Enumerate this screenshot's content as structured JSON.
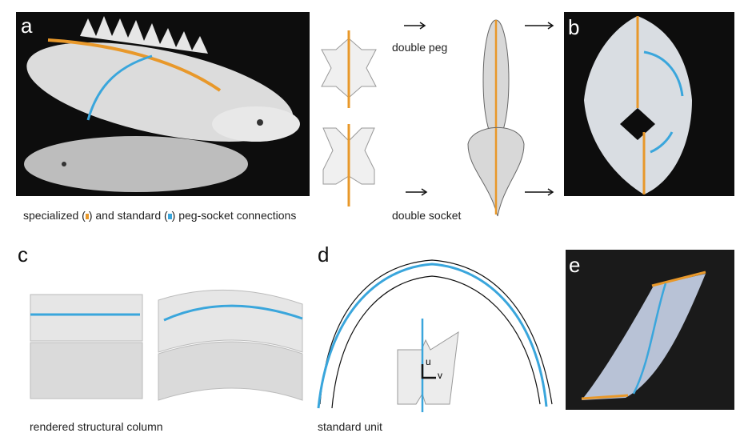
{
  "panels": {
    "a": {
      "label": "a",
      "caption_prefix": "specialized (",
      "caption_mid": ") and standard (",
      "caption_suffix": ") peg-socket connections"
    },
    "b": {
      "label": "b"
    },
    "c": {
      "label": "c",
      "caption": "rendered structural column"
    },
    "d": {
      "label": "d",
      "caption": "standard unit",
      "axis_u": "u",
      "axis_v": "v"
    },
    "e": {
      "label": "e"
    }
  },
  "middle": {
    "double_peg": "double peg",
    "double_socket": "double socket"
  },
  "colors": {
    "specialized": "#e8982a",
    "standard": "#3aa6dc",
    "background_dark": "#0d0d0d"
  }
}
